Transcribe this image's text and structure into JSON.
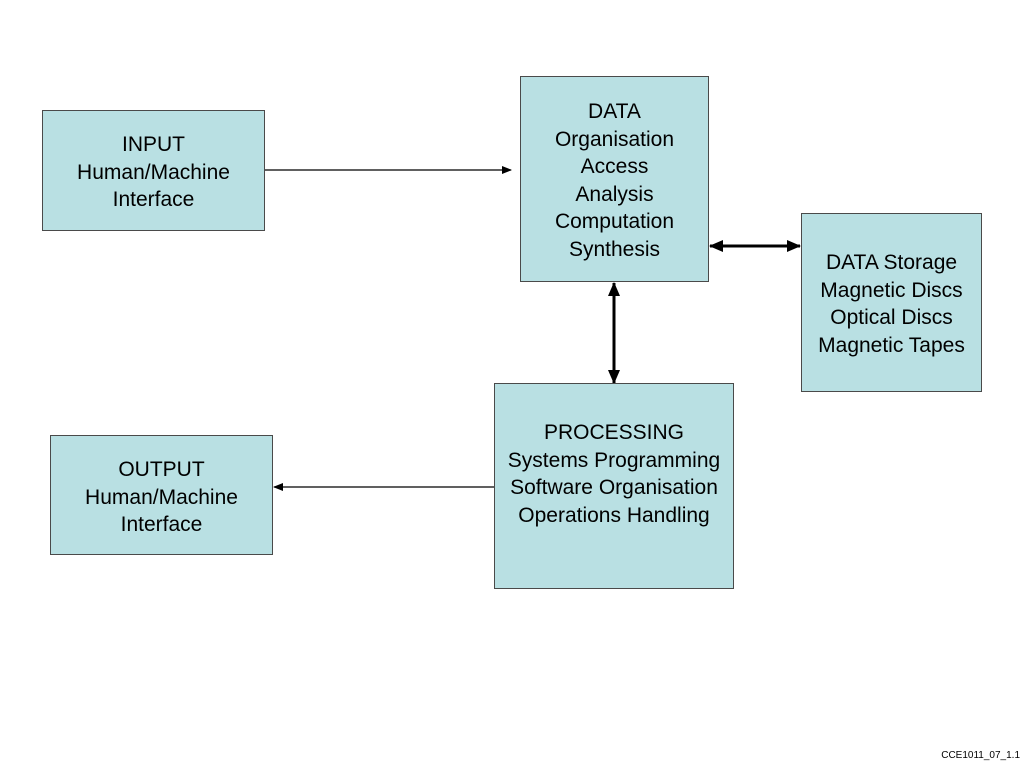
{
  "nodes": {
    "input": {
      "lines": [
        "INPUT",
        "Human/Machine",
        "Interface"
      ]
    },
    "data": {
      "lines": [
        "DATA",
        "Organisation",
        "Access",
        "Analysis",
        "Computation",
        "Synthesis"
      ]
    },
    "storage": {
      "lines": [
        "DATA Storage",
        "Magnetic Discs",
        "Optical Discs",
        "Magnetic Tapes"
      ]
    },
    "processing": {
      "lines": [
        "PROCESSING",
        "Systems Programming",
        "Software Organisation",
        "Operations Handling"
      ]
    },
    "output": {
      "lines": [
        "OUTPUT",
        "Human/Machine",
        "Interface"
      ]
    }
  },
  "edges": [
    {
      "from": "input",
      "to": "data",
      "direction": "one-way"
    },
    {
      "from": "data",
      "to": "storage",
      "direction": "two-way"
    },
    {
      "from": "data",
      "to": "processing",
      "direction": "two-way"
    },
    {
      "from": "processing",
      "to": "output",
      "direction": "one-way"
    }
  ],
  "colors": {
    "box_fill": "#b9e0e3",
    "box_border": "#4a4a4a",
    "arrow": "#000000"
  },
  "footer": {
    "doc_id": "CCE1011_07_1.1"
  }
}
